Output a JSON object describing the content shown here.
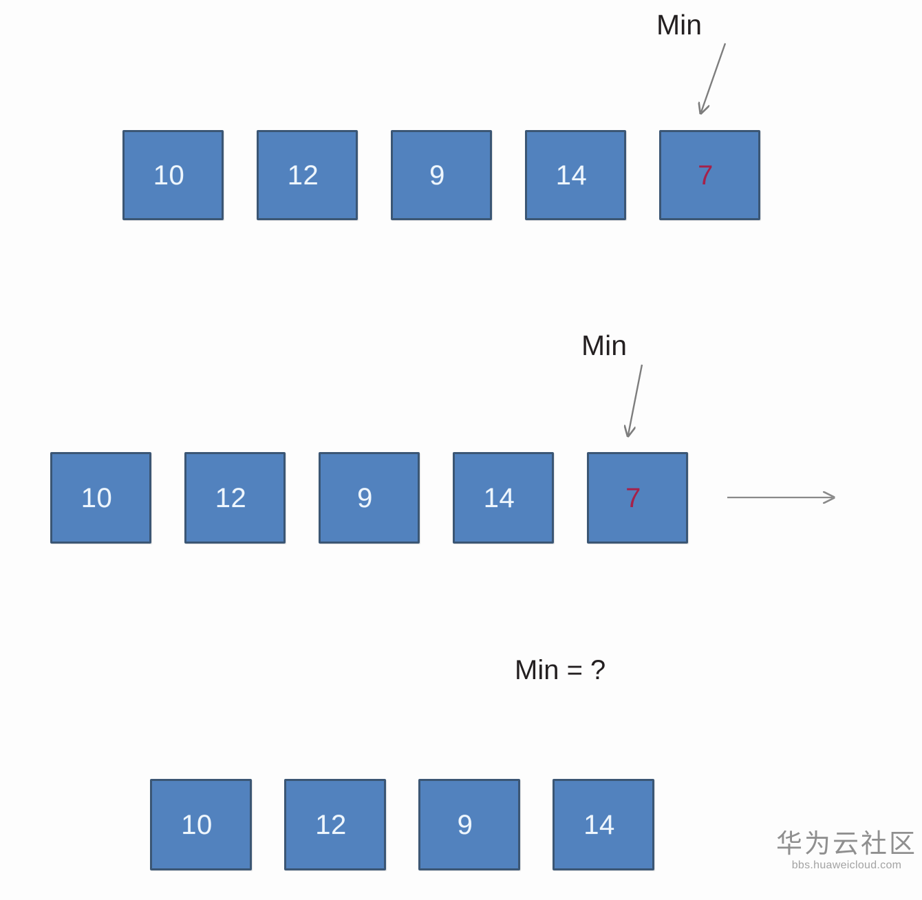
{
  "diagram": {
    "title_text": "",
    "colors": {
      "cell_fill": "#5282be",
      "cell_border": "#3b5674",
      "cell_text": "#eef6fd",
      "min_text": "#a5214a",
      "label_text": "#231f20",
      "arrow": "#808080",
      "background": "#fdfdfd"
    },
    "rows": [
      {
        "name": "stage-1",
        "cells": [
          {
            "value": "10",
            "is_min": false
          },
          {
            "value": "12",
            "is_min": false
          },
          {
            "value": "9",
            "is_min": false
          },
          {
            "value": "14",
            "is_min": false
          },
          {
            "value": "7",
            "is_min": true
          }
        ]
      },
      {
        "name": "stage-2",
        "cells": [
          {
            "value": "10",
            "is_min": false
          },
          {
            "value": "12",
            "is_min": false
          },
          {
            "value": "9",
            "is_min": false
          },
          {
            "value": "14",
            "is_min": false
          },
          {
            "value": "7",
            "is_min": true
          }
        ]
      },
      {
        "name": "stage-3",
        "cells": [
          {
            "value": "10",
            "is_min": false
          },
          {
            "value": "12",
            "is_min": false
          },
          {
            "value": "9",
            "is_min": false
          },
          {
            "value": "14",
            "is_min": false
          }
        ]
      }
    ],
    "annotations": {
      "min_label_1": "Min",
      "min_label_2": "Min",
      "min_question": "Min = ?",
      "arrow_1_icon": "down-arrow-icon",
      "arrow_2_icon": "down-arrow-icon",
      "arrow_3_icon": "right-arrow-icon"
    }
  },
  "watermark": {
    "brand_cn": "华为云社区",
    "url": "bbs.huaweicloud.com"
  }
}
